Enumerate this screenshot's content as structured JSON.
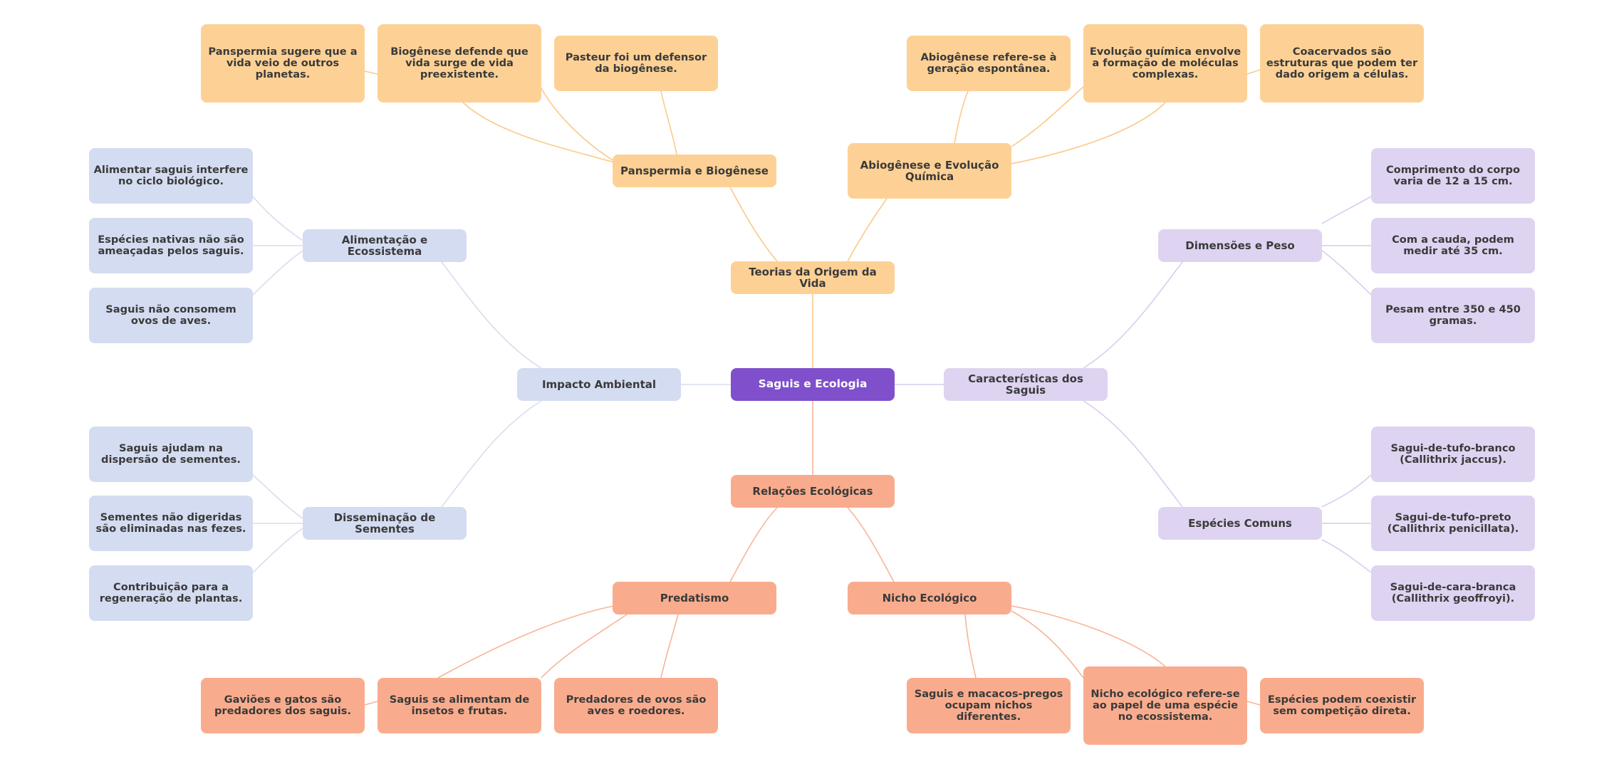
{
  "colors": {
    "root": "#7f4fcc",
    "yellow": "#fdd195",
    "yellow_line": "#fcc98a",
    "blue": "#d4dcf1",
    "blue_line": "#d7ddf0",
    "purple": "#ded3f1",
    "purple_line": "#d9ccee",
    "salmon": "#f9ac8d",
    "salmon_line": "#f8b497"
  },
  "root": {
    "label": "Saguis e Ecologia"
  },
  "teorias": {
    "label": "Teorias da Origem da Vida",
    "panspermia": {
      "label": "Panspermia e Biogênese",
      "leaf1": "Panspermia sugere que a vida veio de outros planetas.",
      "leaf2": "Biogênese defende que vida surge de vida preexistente.",
      "leaf3": "Pasteur foi um defensor da biogênese."
    },
    "abiogenese": {
      "label": "Abiogênese e Evolução Química",
      "leaf1": "Abiogênese refere-se à geração espontânea.",
      "leaf2": "Evolução química envolve a formação de moléculas complexas.",
      "leaf3": "Coacervados são estruturas que podem ter dado origem a células."
    }
  },
  "impacto": {
    "label": "Impacto Ambiental",
    "alimentacao": {
      "label": "Alimentação e Ecossistema",
      "leaf1": "Alimentar saguis interfere no ciclo biológico.",
      "leaf2": "Espécies nativas não são ameaçadas pelos saguis.",
      "leaf3": "Saguis não consomem ovos de aves."
    },
    "disseminacao": {
      "label": "Disseminação de Sementes",
      "leaf1": "Saguis ajudam na dispersão de sementes.",
      "leaf2": "Sementes não digeridas são eliminadas nas fezes.",
      "leaf3": "Contribuição para a regeneração de plantas."
    }
  },
  "caracteristicas": {
    "label": "Características dos Saguis",
    "dimensoes": {
      "label": "Dimensões e Peso",
      "leaf1": "Comprimento do corpo varia de 12 a 15 cm.",
      "leaf2": "Com a cauda, podem medir até 35 cm.",
      "leaf3": "Pesam entre 350 e 450 gramas."
    },
    "especies": {
      "label": "Espécies Comuns",
      "leaf1": "Sagui-de-tufo-branco (Callithrix jaccus).",
      "leaf2": "Sagui-de-tufo-preto (Callithrix penicillata).",
      "leaf3": "Sagui-de-cara-branca (Callithrix geoffroyi)."
    }
  },
  "relacoes": {
    "label": "Relações Ecológicas",
    "predatismo": {
      "label": "Predatismo",
      "leaf1": "Gaviões e gatos são predadores dos saguis.",
      "leaf2": "Saguis se alimentam de insetos e frutas.",
      "leaf3": "Predadores de ovos são aves e roedores."
    },
    "nicho": {
      "label": "Nicho Ecológico",
      "leaf1": "Saguis e macacos-pregos ocupam nichos diferentes.",
      "leaf2": "Nicho ecológico refere-se ao papel de uma espécie no ecossistema.",
      "leaf3": "Espécies podem coexistir sem competição direta."
    }
  }
}
